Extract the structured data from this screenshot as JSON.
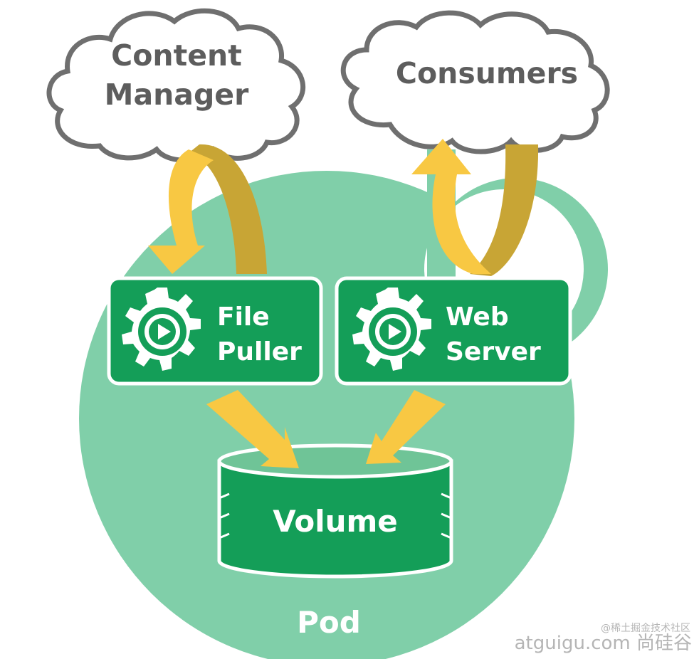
{
  "labels": {
    "content_manager_line1": "Content",
    "content_manager_line2": "Manager",
    "consumers": "Consumers",
    "file_puller_line1": "File",
    "file_puller_line2": "Puller",
    "web_server_line1": "Web",
    "web_server_line2": "Server",
    "volume": "Volume",
    "pod": "Pod"
  },
  "watermark": {
    "small": "@稀土掘金技术社区",
    "large": "atguigu.com 尚硅谷"
  },
  "colors": {
    "pod_green": "#80cfa9",
    "box_green": "#149e58",
    "arrow_yellow": "#f8c843",
    "arrow_shadow": "#c8a535",
    "cloud_gray": "#6f6f6f",
    "text_gray": "#5d5d5d",
    "white": "#ffffff"
  },
  "icons": [
    "gear-play-icon",
    "gear-play-icon"
  ]
}
